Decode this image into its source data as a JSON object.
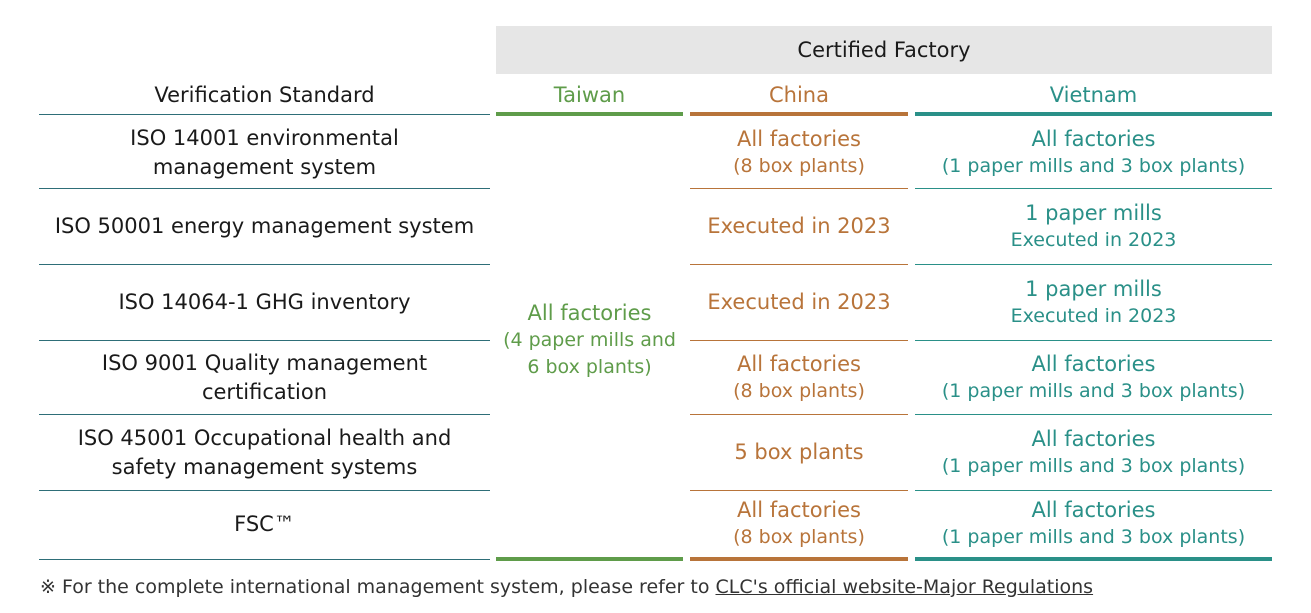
{
  "table": {
    "group_header": "Certified Factory",
    "columns": {
      "standard": "Verification Standard",
      "taiwan": "Taiwan",
      "china": "China",
      "vietnam": "Vietnam"
    },
    "colors": {
      "taiwan": "#5f9c4a",
      "china": "#b8743a",
      "vietnam": "#2a9088",
      "header_bg": "#e6e6e6"
    },
    "taiwan_merged": {
      "line1": "All factories",
      "line2": "(4 paper mills and",
      "line3": "6 box plants)"
    },
    "rows": [
      {
        "standard_line1": "ISO 14001 environmental",
        "standard_line2": "management system",
        "china_line1": "All factories",
        "china_line2": "(8 box plants)",
        "vietnam_line1": "All factories",
        "vietnam_line2": "(1 paper mills and 3 box plants)"
      },
      {
        "standard_line1": "ISO 50001 energy management system",
        "standard_line2": "",
        "china_line1": "Executed in 2023",
        "china_line2": "",
        "vietnam_line1": "1 paper mills",
        "vietnam_line2": "Executed in 2023"
      },
      {
        "standard_line1": "ISO 14064-1 GHG inventory",
        "standard_line2": "",
        "china_line1": "Executed in 2023",
        "china_line2": "",
        "vietnam_line1": "1 paper mills",
        "vietnam_line2": "Executed in 2023"
      },
      {
        "standard_line1": "ISO 9001 Quality management",
        "standard_line2": "certification",
        "china_line1": "All factories",
        "china_line2": "(8 box plants)",
        "vietnam_line1": "All factories",
        "vietnam_line2": "(1 paper mills and 3 box plants)"
      },
      {
        "standard_line1": "ISO 45001 Occupational health and",
        "standard_line2": "safety management systems",
        "china_line1": "5 box plants",
        "china_line2": "",
        "vietnam_line1": "All factories",
        "vietnam_line2": "(1 paper mills and 3 box plants)"
      },
      {
        "standard_line1": "FSC™",
        "standard_line2": "",
        "china_line1": "All factories",
        "china_line2": "(8 box plants)",
        "vietnam_line1": "All factories",
        "vietnam_line2": "(1 paper mills and 3 box plants)"
      }
    ]
  },
  "footnote": {
    "text": "※ For the complete international management system, please refer to ",
    "link": "CLC's official website-Major Regulations"
  }
}
